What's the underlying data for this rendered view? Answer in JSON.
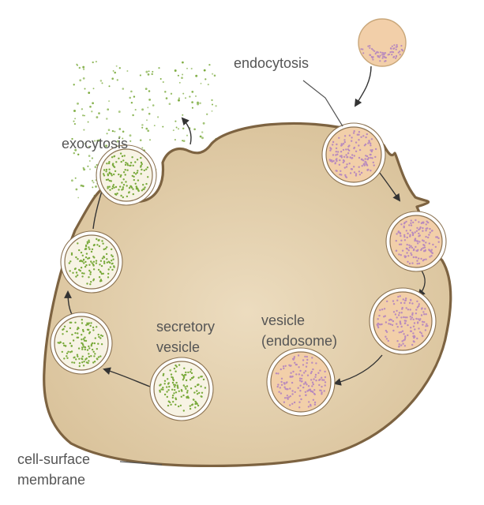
{
  "labels": {
    "endocytosis": "endocytosis",
    "exocytosis": "exocytosis",
    "secretory_line1": "secretory",
    "secretory_line2": "vesicle",
    "endosome_line1": "vesicle",
    "endosome_line2": "(endosome)",
    "membrane_line1": "cell-surface",
    "membrane_line2": "membrane"
  },
  "colors": {
    "cytoplasm": "#e3ceaa",
    "cell_membrane": "#7d6341",
    "endocytic_vesicle_fill": "#f2cfa9",
    "endocytic_cargo_dots": "#b98bbd",
    "secretory_vesicle_fill": "#f7f3e4",
    "secretory_cargo_dots": "#7aaa3c",
    "arrow": "#333333",
    "text": "#555555"
  }
}
